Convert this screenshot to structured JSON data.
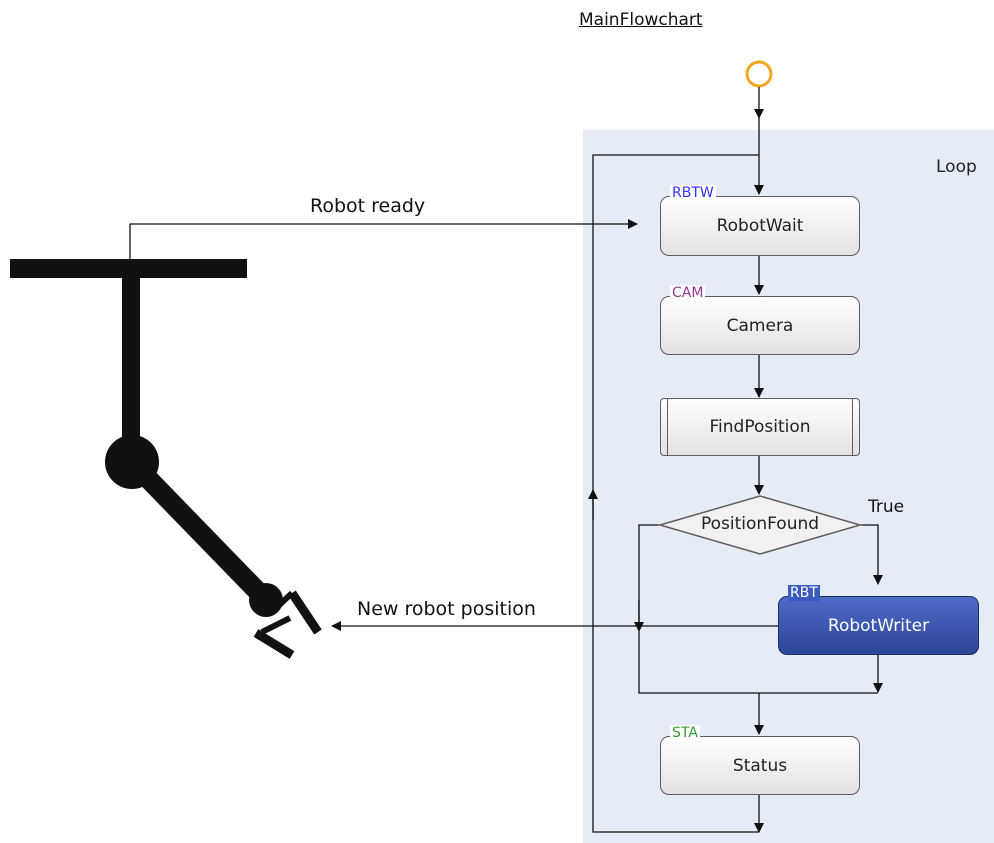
{
  "diagram": {
    "title": "MainFlowchart",
    "loop_label": "Loop",
    "edges": {
      "robot_ready": "Robot ready",
      "new_robot_position": "New robot position",
      "true_branch": "True"
    },
    "nodes": {
      "robot_wait": {
        "badge": "RBTW",
        "label": "RobotWait",
        "badge_color": "#3333ff"
      },
      "camera": {
        "badge": "CAM",
        "label": "Camera",
        "badge_color": "#993399"
      },
      "find_position": {
        "label": "FindPosition"
      },
      "position_found": {
        "label": "PositionFound"
      },
      "robot_writer": {
        "badge": "RBT",
        "label": "RobotWriter"
      },
      "status": {
        "badge": "STA",
        "label": "Status",
        "badge_color": "#339933"
      }
    },
    "colors": {
      "loop_background": "#e6ebf8",
      "start_node": "#f5a623",
      "selected_node": "#2f4a9e",
      "robot_arm": "#111111"
    },
    "icons": [
      "start-circle-icon",
      "robot-arm-icon"
    ]
  }
}
